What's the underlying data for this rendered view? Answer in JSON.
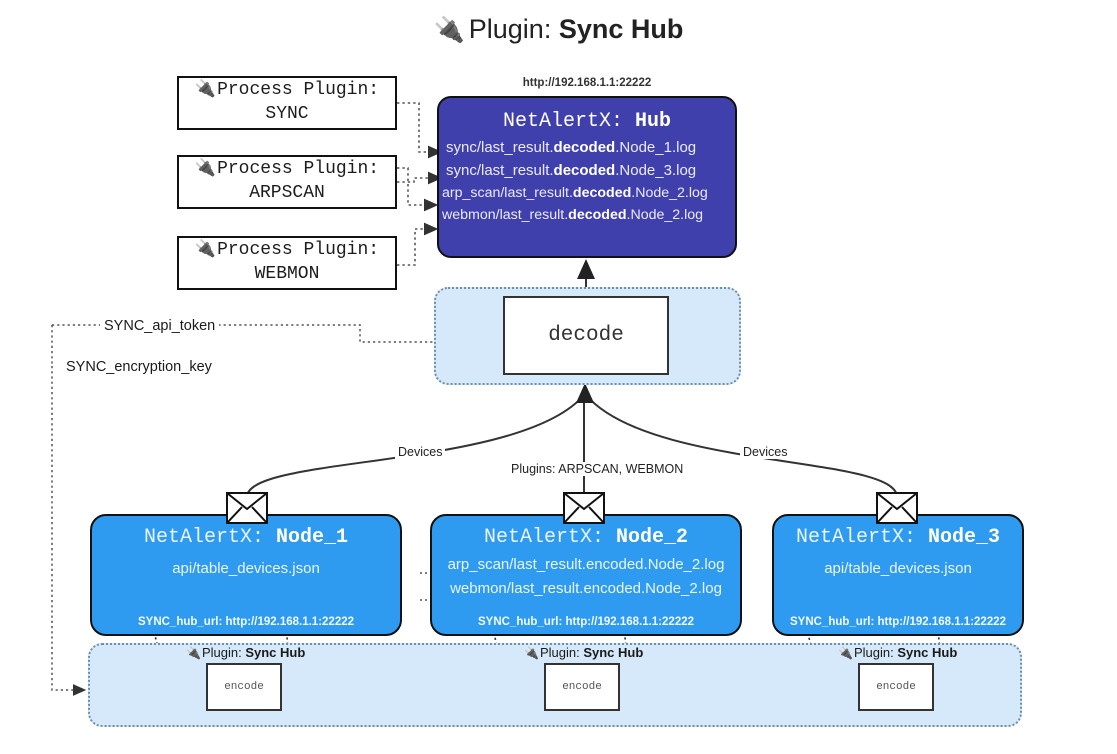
{
  "title": {
    "icon": "plug-icon",
    "prefix": "Plugin:",
    "name": "Sync Hub"
  },
  "process_plugins": [
    {
      "icon": "plug-icon",
      "line1": "Process Plugin:",
      "line2": "SYNC"
    },
    {
      "icon": "plug-icon",
      "line1": "Process Plugin:",
      "line2": "ARPSCAN"
    },
    {
      "icon": "plug-icon",
      "line1": "Process Plugin:",
      "line2": "WEBMON"
    }
  ],
  "hub": {
    "url": "http://192.168.1.1:22222",
    "title_prefix": "NetAlertX:",
    "title_name": "Hub",
    "color": "#4040ac",
    "logs": [
      {
        "pre": "sync/last_result.",
        "mid": "decoded",
        "post": ".Node_1.log"
      },
      {
        "pre": "sync/last_result.",
        "mid": "decoded",
        "post": ".Node_3.log"
      },
      {
        "pre": "arp_scan/last_result.",
        "mid": "decoded",
        "post": ".Node_2.log"
      },
      {
        "pre": "webmon/last_result.",
        "mid": "decoded",
        "post": ".Node_2.log"
      }
    ]
  },
  "decode": {
    "label": "decode",
    "container_color": "#d6e9fa"
  },
  "config_labels": {
    "api_token": "SYNC_api_token",
    "encryption_key": "SYNC_encryption_key"
  },
  "edge_labels": {
    "devices_left": "Devices",
    "devices_right": "Devices",
    "plugins_center": "Plugins: ARPSCAN, WEBMON"
  },
  "nodes": [
    {
      "title_prefix": "NetAlertX:",
      "title_name": "Node_1",
      "color": "#2e9bf0",
      "lines": [
        "api/table_devices.json"
      ],
      "footer": "SYNC_hub_url: http://192.168.1.1:22222",
      "envelope_icon": "envelope-icon"
    },
    {
      "title_prefix": "NetAlertX:",
      "title_name": "Node_2",
      "color": "#2e9bf0",
      "lines": [
        "arp_scan/last_result.encoded.Node_2.log",
        "webmon/last_result.encoded.Node_2.log"
      ],
      "footer": "SYNC_hub_url: http://192.168.1.1:22222",
      "envelope_icon": "envelope-icon"
    },
    {
      "title_prefix": "NetAlertX:",
      "title_name": "Node_3",
      "color": "#2e9bf0",
      "lines": [
        "api/table_devices.json"
      ],
      "footer": "SYNC_hub_url: http://192.168.1.1:22222",
      "envelope_icon": "envelope-icon"
    }
  ],
  "encoders": [
    {
      "plugin_prefix": "Plugin:",
      "plugin_name": "Sync Hub",
      "label": "encode",
      "icon": "plug-icon"
    },
    {
      "plugin_prefix": "Plugin:",
      "plugin_name": "Sync Hub",
      "label": "encode",
      "icon": "plug-icon"
    },
    {
      "plugin_prefix": "Plugin:",
      "plugin_name": "Sync Hub",
      "label": "encode",
      "icon": "plug-icon"
    }
  ]
}
